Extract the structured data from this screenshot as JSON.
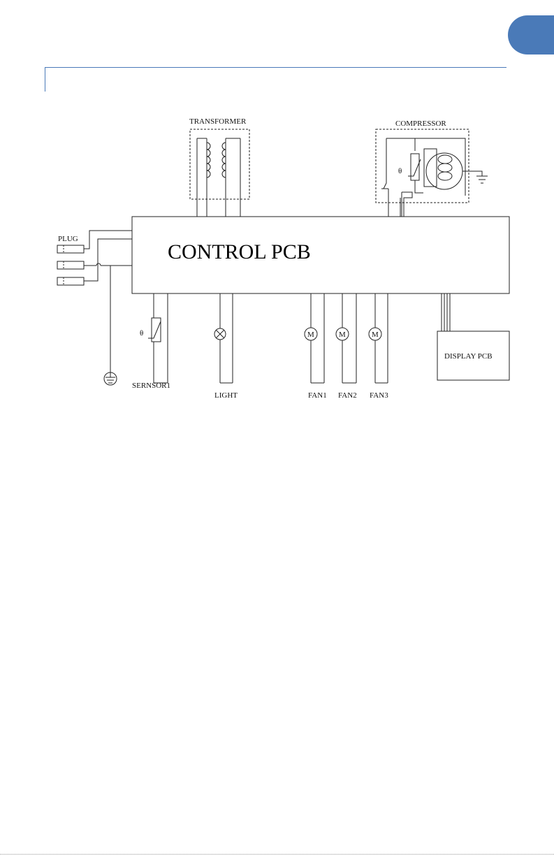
{
  "diagram": {
    "main_block": "CONTROL PCB",
    "transformer_label": "TRANSFORMER",
    "compressor_label": "COMPRESSOR",
    "plug_label": "PLUG",
    "sensor_label": "SERNSOR1",
    "light_label": "LIGHT",
    "fan1_label": "FAN1",
    "fan2_label": "FAN2",
    "fan3_label": "FAN3",
    "display_label": "DISPLAY PCB",
    "thermistor_symbol": "θ",
    "motor_symbol": "M"
  },
  "colors": {
    "accent": "#4a7ab8",
    "line": "#222222"
  }
}
